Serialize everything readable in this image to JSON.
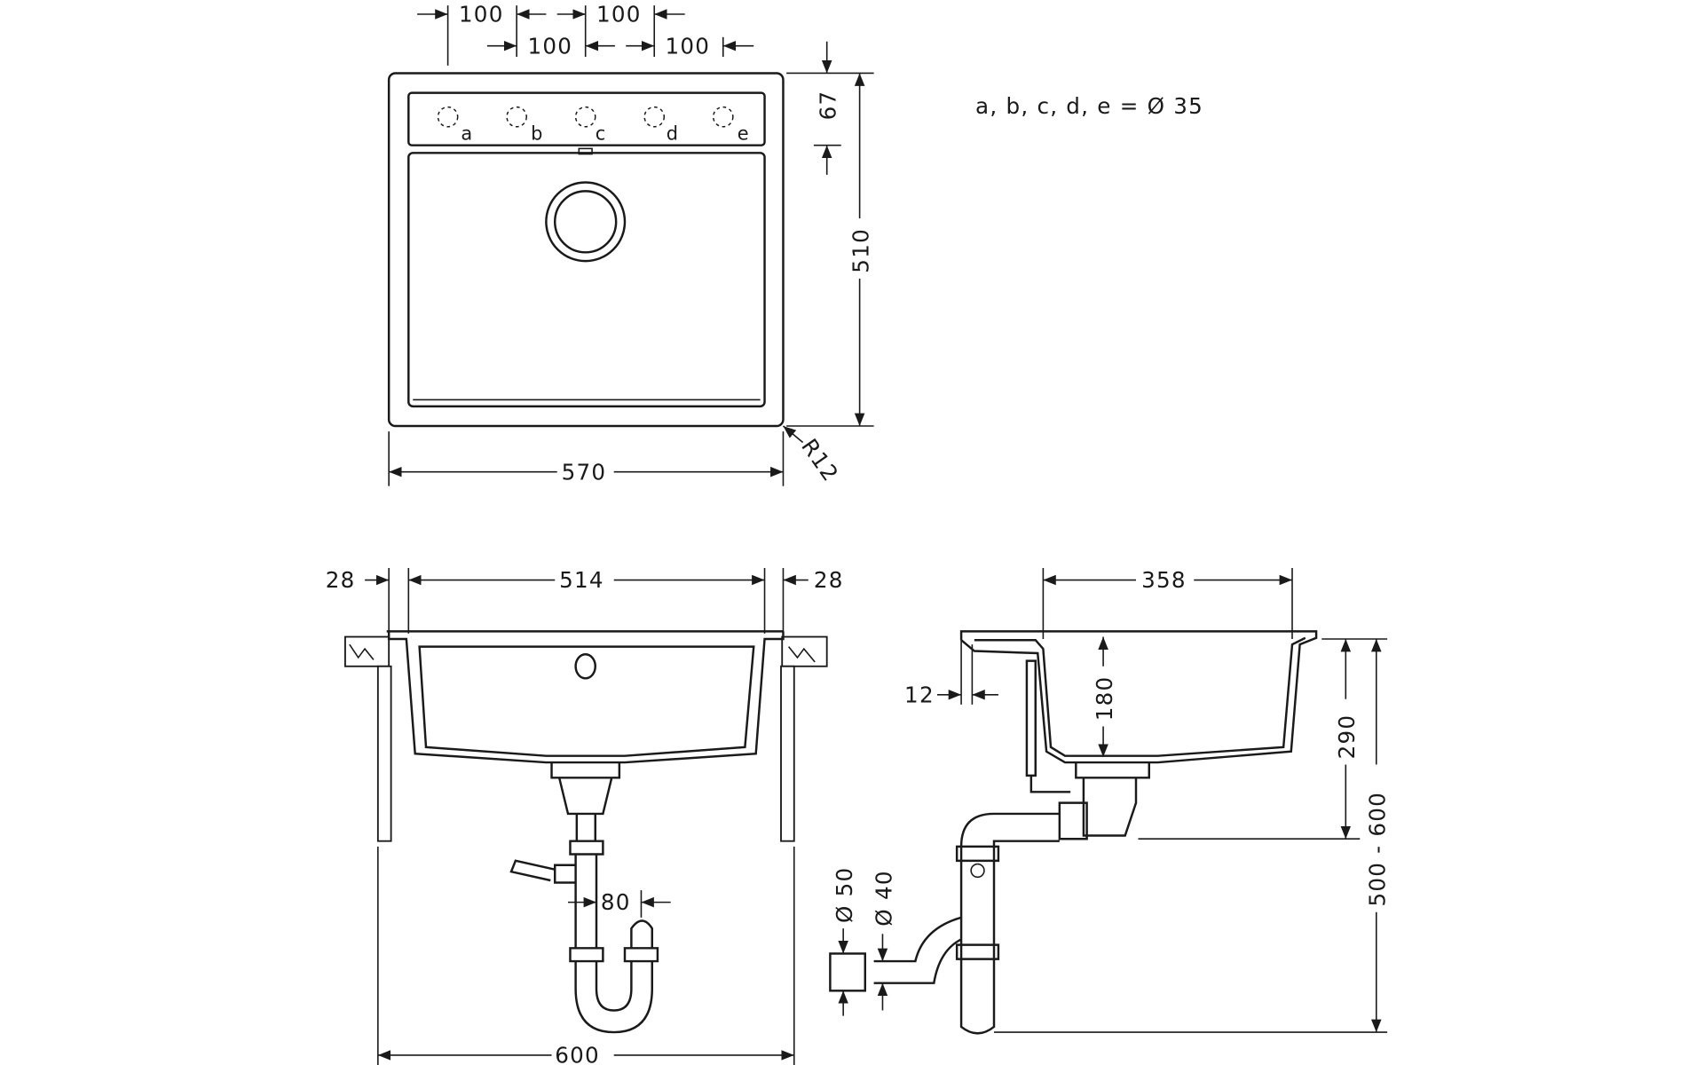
{
  "top_view": {
    "tap_spacing_row1": [
      "100",
      "100"
    ],
    "tap_spacing_row2": [
      "100",
      "100"
    ],
    "panel_depth": "67",
    "depth": "510",
    "width": "570",
    "corner_radius": "R12",
    "tap_holes": [
      "a",
      "b",
      "c",
      "d",
      "e"
    ],
    "tap_hole_note": "a, b, c, d, e = Ø 35"
  },
  "front_view": {
    "left_edge": "28",
    "bowl_width": "514",
    "right_edge": "28",
    "cabinet_width": "600",
    "trap_offset": "80"
  },
  "side_view": {
    "bowl_length": "358",
    "rim_thickness": "12",
    "bowl_depth": "180",
    "drain_height": "290",
    "cabinet_height": "500 - 600",
    "pipe_diameter_outer": "Ø 50",
    "pipe_diameter_inner": "Ø 40"
  }
}
